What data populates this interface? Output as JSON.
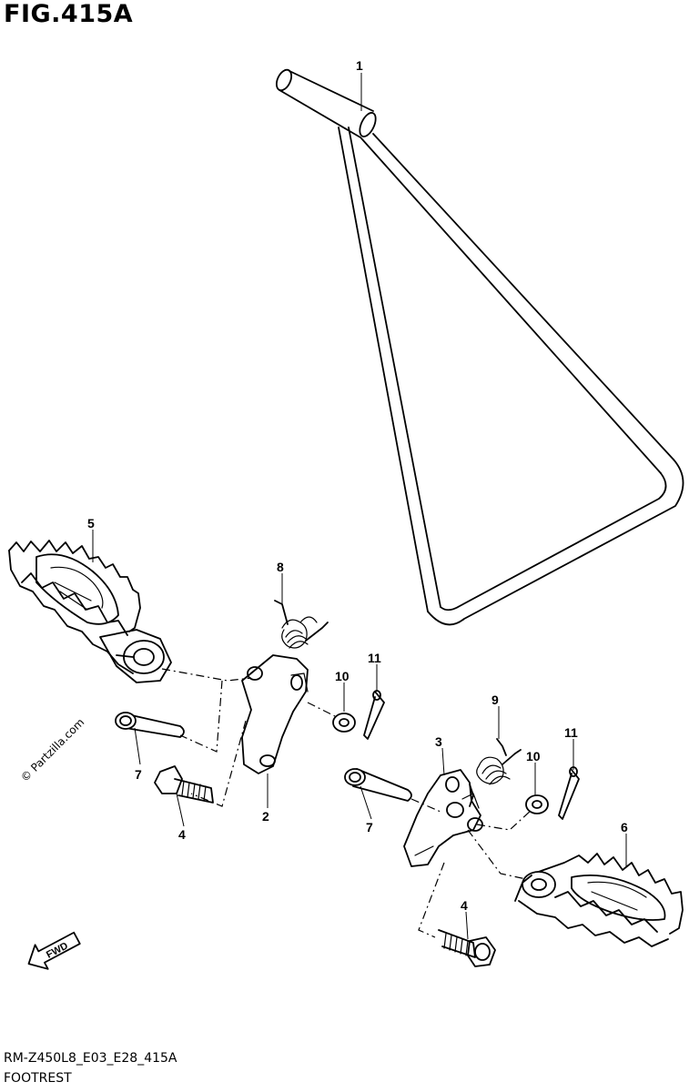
{
  "figure": {
    "title": "FIG.415A",
    "code": "RM-Z450L8_E03_E28_415A",
    "name": "FOOTREST",
    "watermark": "© Partzilla.com",
    "fwd_label": "FWD"
  },
  "callouts": {
    "c1": "1",
    "c2": "2",
    "c3": "3",
    "c4a": "4",
    "c4b": "4",
    "c5": "5",
    "c6": "6",
    "c7a": "7",
    "c7b": "7",
    "c8": "8",
    "c9": "9",
    "c10a": "10",
    "c10b": "10",
    "c11a": "11",
    "c11b": "11"
  }
}
